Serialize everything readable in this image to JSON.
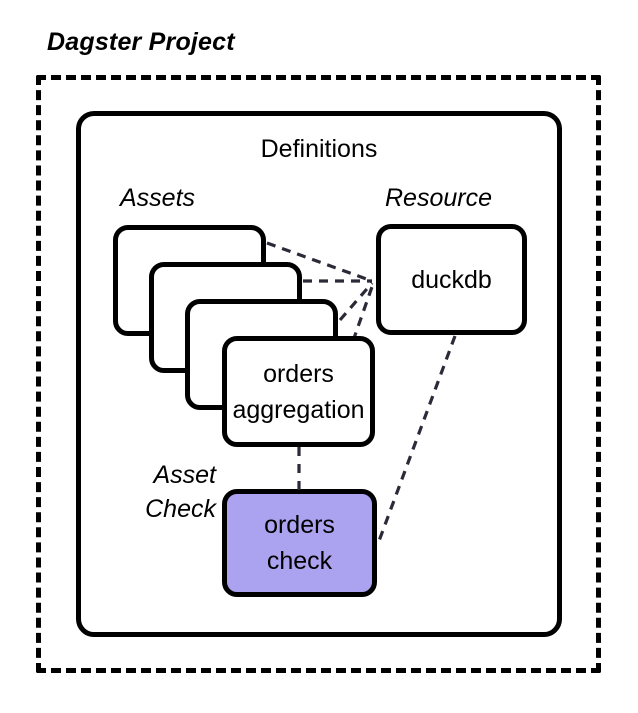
{
  "diagram": {
    "type": "block-diagram",
    "title": "Dagster Project",
    "containers": {
      "project": {
        "label": "Dagster Project",
        "border_style": "dashed",
        "border_color": "#000000"
      },
      "definitions": {
        "label": "Definitions",
        "border_style": "solid",
        "border_color": "#000000"
      }
    },
    "groups": [
      {
        "id": "assets",
        "label": "Assets"
      },
      {
        "id": "resource",
        "label": "Resource"
      },
      {
        "id": "asset_check",
        "label": "Asset\nCheck",
        "label_line_1": "Asset",
        "label_line_2": "Check"
      }
    ],
    "nodes": {
      "asset_cards": [
        {
          "id": "asset-1",
          "label": ""
        },
        {
          "id": "asset-2",
          "label": ""
        },
        {
          "id": "asset-3",
          "label": ""
        },
        {
          "id": "asset-4",
          "label_line_1": "orders",
          "label_line_2": "aggregation"
        }
      ],
      "resource": {
        "id": "duckdb",
        "label": "duckdb"
      },
      "asset_check": {
        "id": "orders-check",
        "label_line_1": "orders",
        "label_line_2": "check",
        "fill_color": "#ACA3F0",
        "border_color": "#000000"
      }
    },
    "edges": [
      {
        "from": "asset-1",
        "to": "duckdb",
        "style": "dashed"
      },
      {
        "from": "asset-2",
        "to": "duckdb",
        "style": "dashed"
      },
      {
        "from": "asset-3",
        "to": "duckdb",
        "style": "dashed"
      },
      {
        "from": "asset-4",
        "to": "duckdb",
        "style": "dashed"
      },
      {
        "from": "asset-4",
        "to": "orders-check",
        "style": "dashed"
      },
      {
        "from": "duckdb",
        "to": "orders-check",
        "style": "dashed"
      }
    ]
  }
}
